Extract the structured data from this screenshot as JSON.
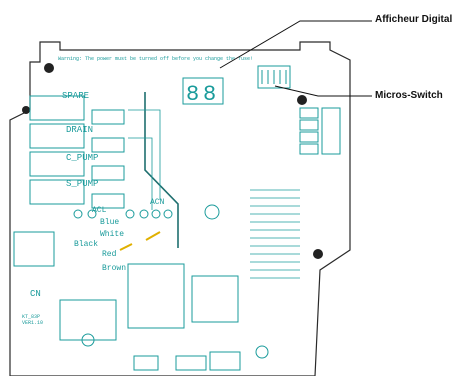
{
  "callouts": {
    "display": "Afficheur Digital",
    "switch": "Micros-Switch"
  },
  "board": {
    "warning": "Warning: The power must be turned off before you change the fuse!",
    "labels": {
      "spare": "SPARE",
      "drain": "DRAIN",
      "c_pump": "C_PUMP",
      "s_pump": "S_PUMP",
      "acl": "ACL",
      "acn": "ACN",
      "blue": "Blue",
      "white": "White",
      "black": "Black",
      "red": "Red",
      "brown": "Brown",
      "cn": "CN",
      "version": "KT_83P",
      "version2": "VER1.10"
    }
  },
  "colors": {
    "silk": "#1a9b9b",
    "board": "#ffffff",
    "outline": "#2a2a2a",
    "callout_line": "#111111",
    "accent": "#e0b000"
  }
}
